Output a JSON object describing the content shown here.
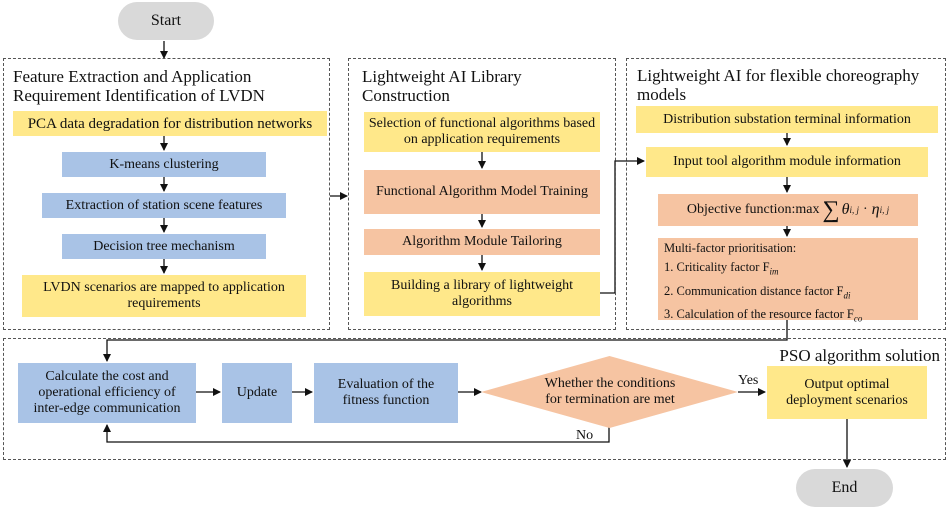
{
  "start": "Start",
  "end": "End",
  "section1": {
    "title": "Feature Extraction and Application Requirement Identification of LVDN",
    "steps": [
      "PCA data degradation for distribution networks",
      "K-means clustering",
      "Extraction of station scene features",
      "Decision tree mechanism",
      "LVDN scenarios are mapped to application requirements"
    ]
  },
  "section2": {
    "title": "Lightweight AI  Library Construction",
    "steps": [
      "Selection of functional algorithms based on application requirements",
      "Functional Algorithm Model Training",
      "Algorithm Module Tailoring",
      "Building a library of lightweight algorithms"
    ]
  },
  "section3": {
    "title": "Lightweight AI for flexible choreography models",
    "steps": [
      "Distribution substation terminal information",
      "Input tool algorithm module information",
      "Objective function:max"
    ],
    "multifactor": {
      "heading": "Multi-factor prioritisation:",
      "items": [
        "1. Criticality factor F",
        "2. Communication distance factor F",
        "3. Calculation of the resource factor F"
      ],
      "subscripts": [
        "im",
        "di",
        "co"
      ]
    }
  },
  "pso": {
    "title": "PSO algorithm solution",
    "calc": "Calculate the cost and operational efficiency of inter-edge communication",
    "update": "Update",
    "evaluation": "Evaluation of the fitness function",
    "condition": "Whether the conditions for termination are met",
    "output": "Output optimal deployment scenarios",
    "yes": "Yes",
    "no": "No"
  },
  "colors": {
    "yellow": "#ffe88a",
    "blue": "#a9c3e6",
    "peach": "#f6c4a2",
    "terminal": "#d9d9d9"
  }
}
